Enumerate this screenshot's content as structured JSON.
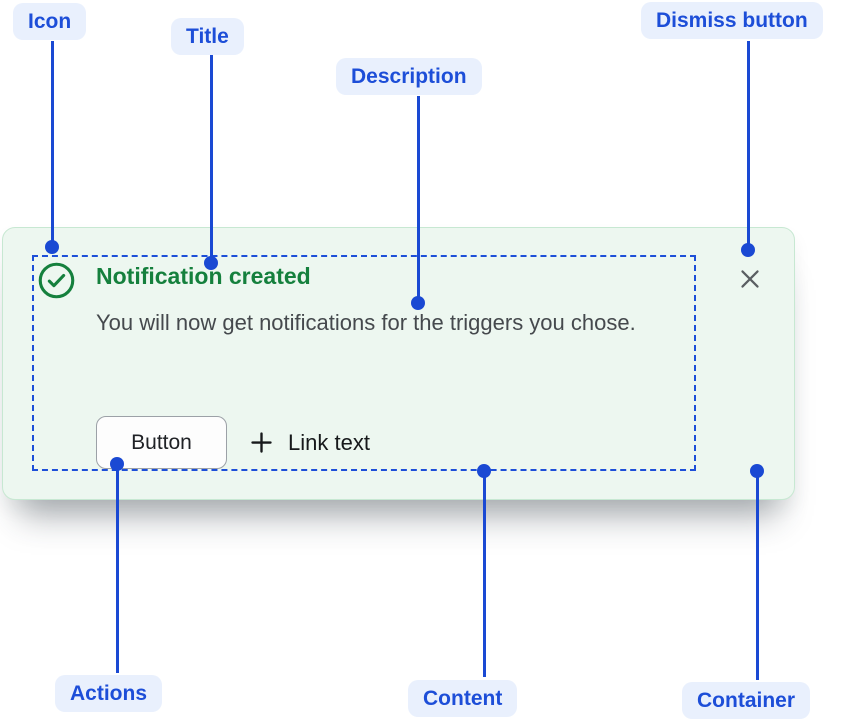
{
  "annotations": {
    "icon": {
      "label": "Icon"
    },
    "title": {
      "label": "Title"
    },
    "description": {
      "label": "Description"
    },
    "dismiss": {
      "label": "Dismiss button"
    },
    "actions": {
      "label": "Actions"
    },
    "content": {
      "label": "Content"
    },
    "container": {
      "label": "Container"
    }
  },
  "toast": {
    "title": "Notification created",
    "description": "You will now get notifications for the triggers you chose.",
    "button_label": "Button",
    "link_label": "Link text",
    "icons": {
      "status": "check-circle-icon",
      "link_prefix": "plus-icon",
      "dismiss": "close-icon"
    }
  },
  "colors": {
    "annotation_accent": "#1A49D3",
    "annotation_text": "#1D4ED8",
    "annotation_pill_bg": "#E9F0FD",
    "toast_bg": "#EDF7F0",
    "toast_border": "#C7E8D2",
    "success_green": "#15803D",
    "description_text": "#45494D",
    "content_outline_blue": "#1D4FD8",
    "dismiss_icon": "#5A5E62",
    "button_border": "#9CA1A7"
  }
}
